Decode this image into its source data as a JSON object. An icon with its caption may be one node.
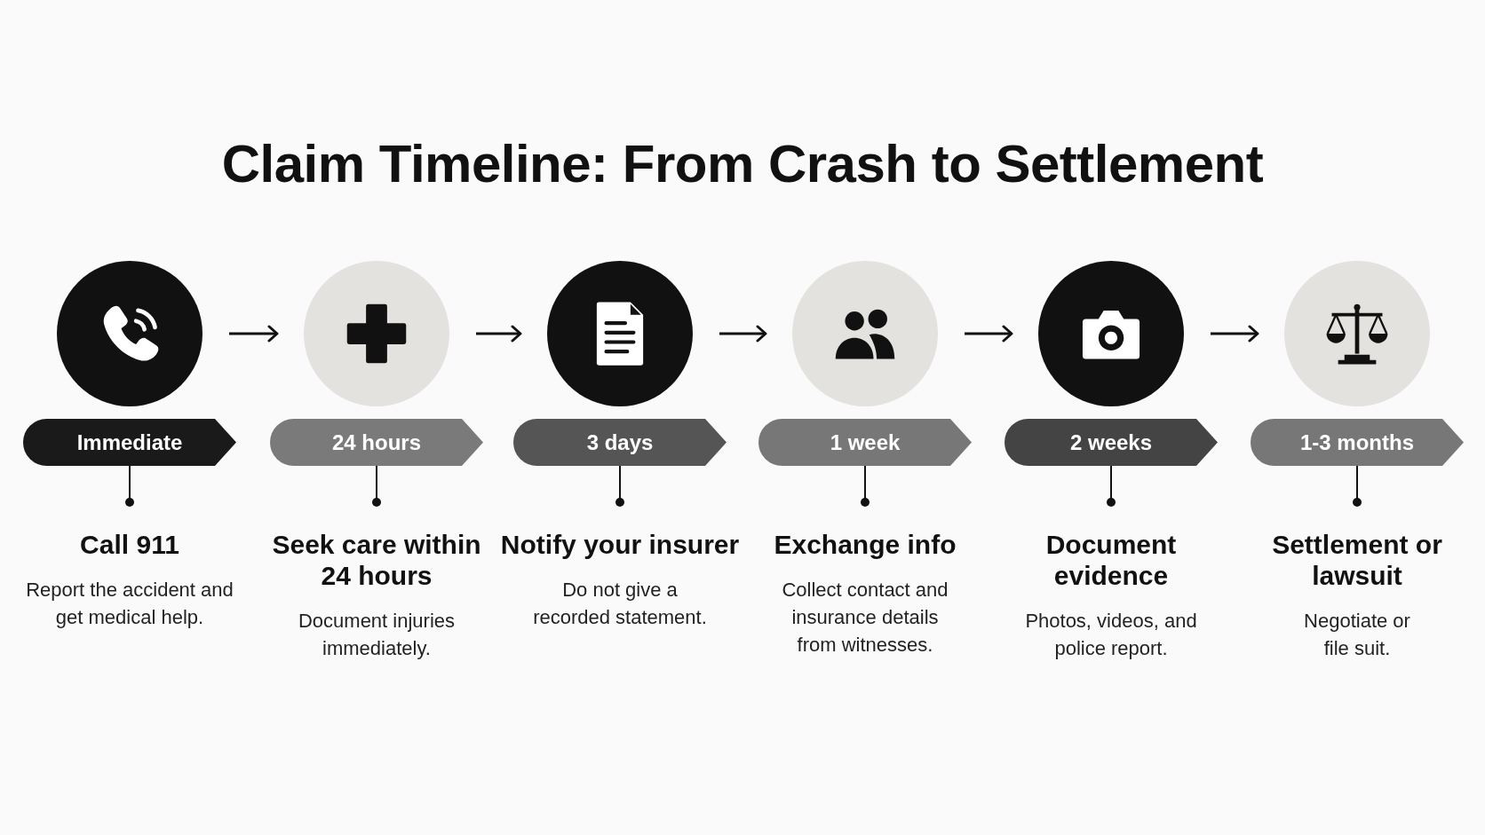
{
  "diagram": {
    "title": "Claim Timeline: From Crash to Settlement",
    "nodes": [
      {
        "text": [],
        "shape": "circle"
      },
      {
        "text": [
          "Immediate"
        ]
      },
      {
        "text": [
          "Call 911",
          "Report the accident and get medical help."
        ]
      },
      {
        "text": [],
        "shape": "circle"
      },
      {
        "text": [
          "24 hours"
        ]
      },
      {
        "text": [
          "Seek care within 24 hours",
          "Document injuries immediately."
        ]
      },
      {
        "text": [],
        "shape": "circle"
      },
      {
        "text": [
          "3 days"
        ]
      },
      {
        "text": [
          "Notify your insurer",
          "Do not give a recorded statement."
        ]
      },
      {
        "text": [],
        "shape": "circle"
      },
      {
        "text": [
          "1 week"
        ]
      },
      {
        "text": [
          "Exchange info",
          "Collect contact and insurance details from witnesses."
        ]
      },
      {
        "text": [],
        "shape": "circle"
      },
      {
        "text": [
          "2 weeks"
        ]
      },
      {
        "text": [
          "Document evidence",
          "Photos, videos, and police report."
        ]
      },
      {
        "text": [],
        "shape": "circle"
      },
      {
        "text": [
          "1-3 months"
        ]
      },
      {
        "text": [
          "Settlement or lawsuit",
          "Negotiate or file suit."
        ]
      }
    ],
    "edges": [
      {
        "from": 0,
        "to": 3,
        "arrow": "to"
      },
      {
        "from": 3,
        "to": 6,
        "arrow": "to"
      },
      {
        "from": 6,
        "to": 9,
        "arrow": "to"
      },
      {
        "from": 9,
        "to": 12,
        "arrow": "to"
      },
      {
        "from": 12,
        "to": 15,
        "arrow": "to"
      },
      {
        "from": 1,
        "to": 2,
        "arrow": "other"
      },
      {
        "from": 4,
        "to": 5,
        "arrow": "other"
      },
      {
        "from": 7,
        "to": 8,
        "arrow": "other"
      },
      {
        "from": 10,
        "to": 11,
        "arrow": "other"
      },
      {
        "from": 13,
        "to": 14,
        "arrow": "other"
      },
      {
        "from": 16,
        "to": 17,
        "arrow": "other"
      }
    ]
  }
}
